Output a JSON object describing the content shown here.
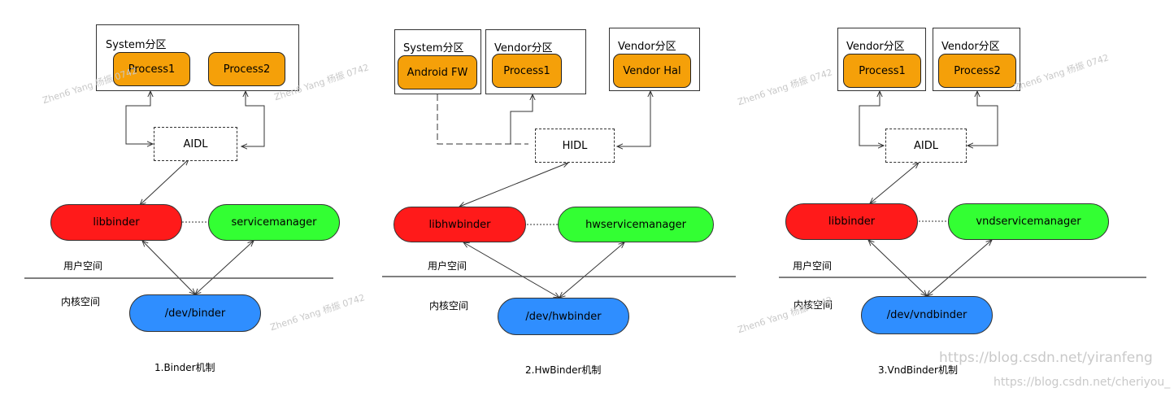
{
  "colors": {
    "process": "#f5a009",
    "libbinder": "#ff1a1a",
    "service_manager": "#33ff33",
    "driver": "#2f8eff"
  },
  "panels": [
    {
      "boxes": [
        {
          "label": "System分区"
        }
      ],
      "processes": [
        "Process1",
        "Process2"
      ],
      "interface": "AIDL",
      "lib": "libbinder",
      "manager": "servicemanager",
      "user_space": "用户空间",
      "kernel_space": "内核空间",
      "driver": "/dev/binder",
      "caption": "1.Binder机制"
    },
    {
      "boxes": [
        {
          "label": "System分区"
        },
        {
          "label": "Vendor分区"
        },
        {
          "label": "Vendor分区"
        }
      ],
      "processes": [
        "Android FW",
        "Process1",
        "Vendor Hal"
      ],
      "interface": "HIDL",
      "lib": "libhwbinder",
      "manager": "hwservicemanager",
      "user_space": "用户空间",
      "kernel_space": "内核空间",
      "driver": "/dev/hwbinder",
      "caption": "2.HwBinder机制"
    },
    {
      "boxes": [
        {
          "label": "Vendor分区"
        },
        {
          "label": "Vendor分区"
        }
      ],
      "processes": [
        "Process1",
        "Process2"
      ],
      "interface": "AIDL",
      "lib": "libbinder",
      "manager": "vndservicemanager",
      "user_space": "用户空间",
      "kernel_space": "内核空间",
      "driver": "/dev/vndbinder",
      "caption": "3.VndBinder机制"
    }
  ],
  "watermark": "Zhen6 Yang 杨振 0742",
  "site_watermarks": [
    "https://blog.csdn.net/yiranfeng",
    "https://blog.csdn.net/cheriyou_"
  ]
}
